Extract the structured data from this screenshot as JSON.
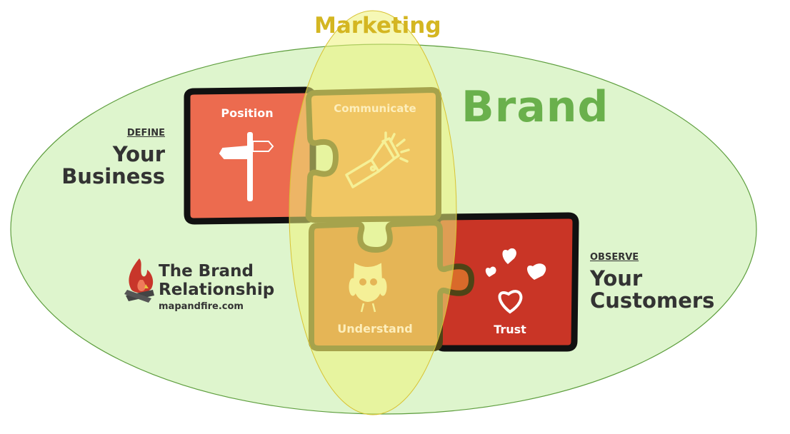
{
  "diagram": {
    "title": "The Brand Relationship",
    "outer_circle": {
      "label": "Brand",
      "fill": "#def5cd",
      "stroke": "#5e9e3e",
      "label_color": "#6ab04c"
    },
    "overlay_ellipse": {
      "label": "Marketing",
      "fill": "#eaf09a",
      "stroke": "#d8c232",
      "label_color": "#d4b622"
    },
    "left_side": {
      "kicker": "DEFINE",
      "line1": "Your",
      "line2": "Business"
    },
    "right_side": {
      "kicker": "OBSERVE",
      "line1": "Your",
      "line2": "Customers"
    },
    "puzzle_pieces": [
      {
        "label": "Position",
        "icon": "signpost-icon",
        "color": "#ec6b4f",
        "text_color": "#ffffff"
      },
      {
        "label": "Communicate",
        "icon": "flashlight-icon",
        "color": "#f29148",
        "text_color": "#fdeebb"
      },
      {
        "label": "Understand",
        "icon": "owl-icon",
        "color": "#d96a2a",
        "text_color": "#fdeebb"
      },
      {
        "label": "Trust",
        "icon": "hearts-icon",
        "color": "#c93526",
        "text_color": "#ffffff"
      }
    ],
    "logo": {
      "icon": "campfire-icon",
      "line1": "The Brand",
      "line2": "Relationship",
      "url": "mapandfire.com"
    }
  }
}
